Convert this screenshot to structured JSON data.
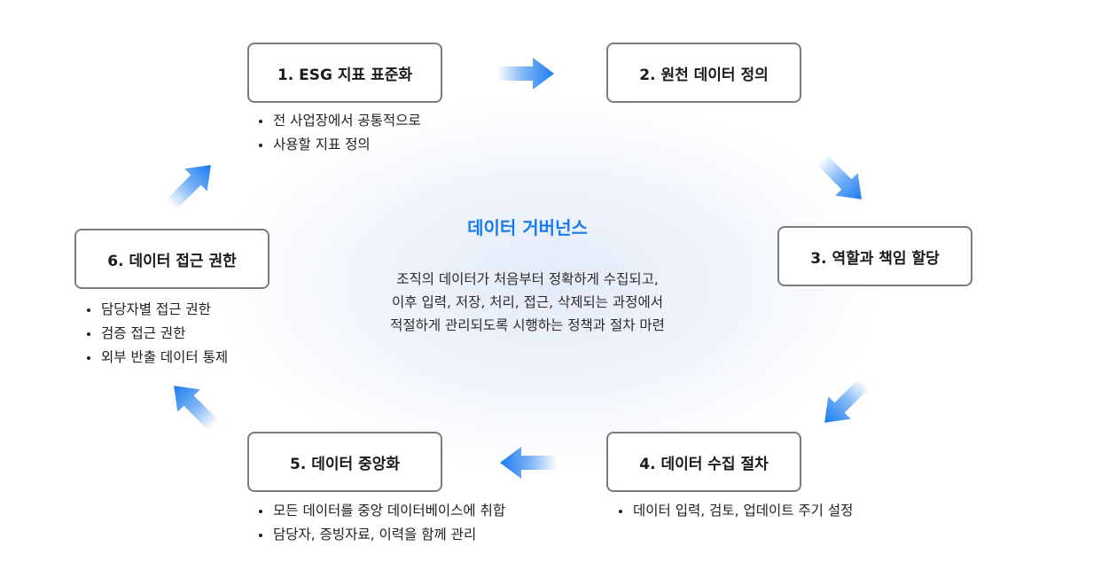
{
  "center": {
    "title": "데이터 거버넌스",
    "lines": [
      "조직의 데이터가 처음부터 정확하게 수집되고,",
      "이후 입력, 저장, 처리, 접근, 삭제되는 과정에서",
      "적절하게 관리되도록 시행하는 정책과 절차 마련"
    ]
  },
  "steps": [
    {
      "label": "1. ESG 지표 표준화",
      "bullets": [
        "전 사업장에서 공통적으로",
        "사용할 지표 정의"
      ]
    },
    {
      "label": "2. 원천 데이터 정의",
      "bullets": []
    },
    {
      "label": "3. 역할과 책임 할당",
      "bullets": []
    },
    {
      "label": "4. 데이터 수집 절차",
      "bullets": [
        "데이터 입력, 검토, 업데이트 주기 설정"
      ]
    },
    {
      "label": "5. 데이터 중앙화",
      "bullets": [
        "모든 데이터를 중앙 데이터베이스에 취합",
        "담당자, 증빙자료, 이력을 함께 관리"
      ]
    },
    {
      "label": "6. 데이터 접근 권한",
      "bullets": [
        "담당자별 접근 권한",
        "검증 접근 권한",
        "외부 반출 데이터 통제"
      ]
    }
  ],
  "colors": {
    "accent": "#1a7bf0",
    "box_border": "#7b7b7b",
    "arrow": "#1a7bf0"
  },
  "icons": [
    "arrow-right-icon",
    "arrow-down-right-icon",
    "arrow-down-left-icon",
    "arrow-left-icon",
    "arrow-up-left-icon",
    "arrow-up-right-icon"
  ]
}
